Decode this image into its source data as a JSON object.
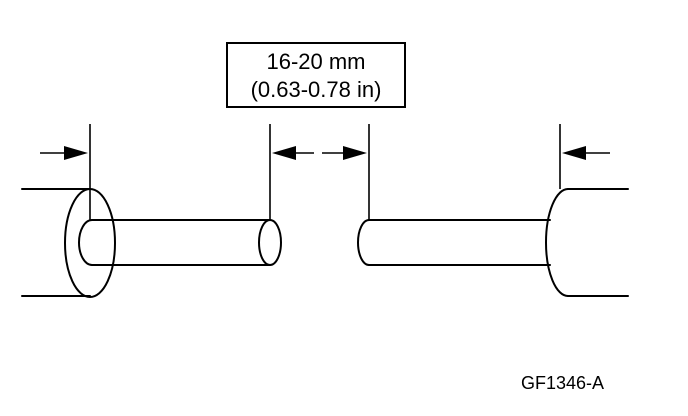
{
  "dimension": {
    "metric": "16-20 mm",
    "imperial": "(0.63-0.78 in)"
  },
  "figure_id": "GF1346-A",
  "colors": {
    "line": "#000000",
    "background": "#ffffff"
  }
}
